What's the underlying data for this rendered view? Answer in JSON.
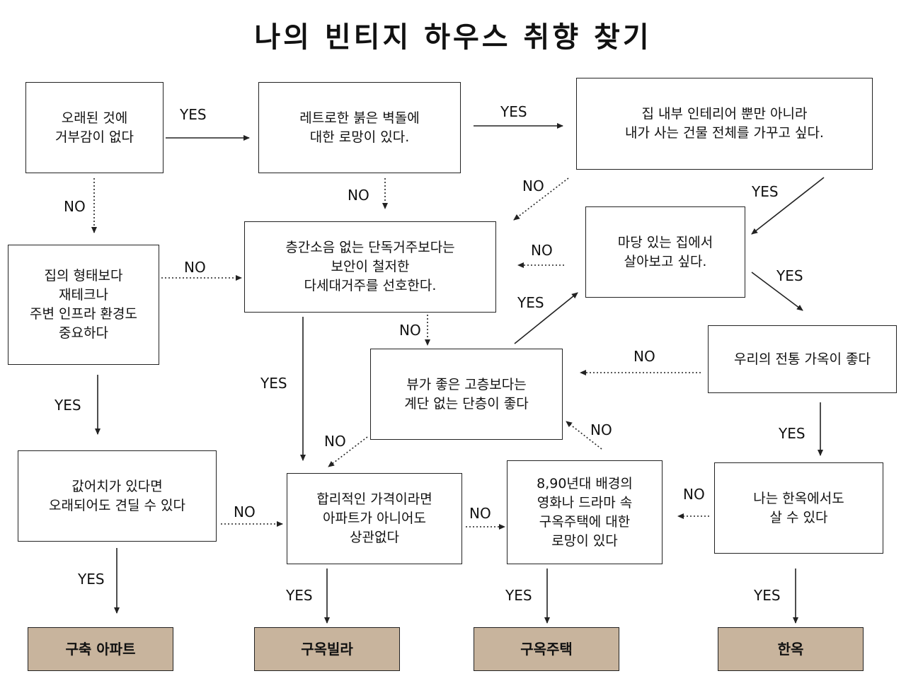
{
  "title": "나의 빈티지 하우스 취향 찾기",
  "nodes": {
    "q1": "오래된 것에\n거부감이 없다",
    "q2": "레트로한 붉은 벽돌에\n대한 로망이 있다.",
    "q3": "집 내부 인테리어 뿐만 아니라\n내가 사는 건물 전체를 가꾸고 싶다.",
    "q4": "집의 형태보다\n재테크나\n주변 인프라 환경도\n중요하다",
    "q5": "층간소음 없는 단독거주보다는\n보안이 철저한\n다세대거주를 선호한다.",
    "q6": "마당 있는 집에서\n살아보고 싶다.",
    "q7": "우리의 전통 가옥이 좋다",
    "q8": "뷰가 좋은 고층보다는\n계단 없는 단층이 좋다",
    "q9": "값어치가 있다면\n오래되어도 견딜 수 있다",
    "q10": "합리적인 가격이라면\n아파트가 아니어도\n상관없다",
    "q11": "8,90년대 배경의\n영화나 드라마 속\n구옥주택에 대한\n로망이 있다",
    "q12": "나는 한옥에서도\n살 수 있다"
  },
  "results": {
    "r1": "구축 아파트",
    "r2": "구옥빌라",
    "r3": "구옥주택",
    "r4": "한옥"
  },
  "labels": {
    "yes": "YES",
    "no": "NO"
  },
  "colors": {
    "result_fill": "#c8b49d",
    "line": "#222222"
  }
}
